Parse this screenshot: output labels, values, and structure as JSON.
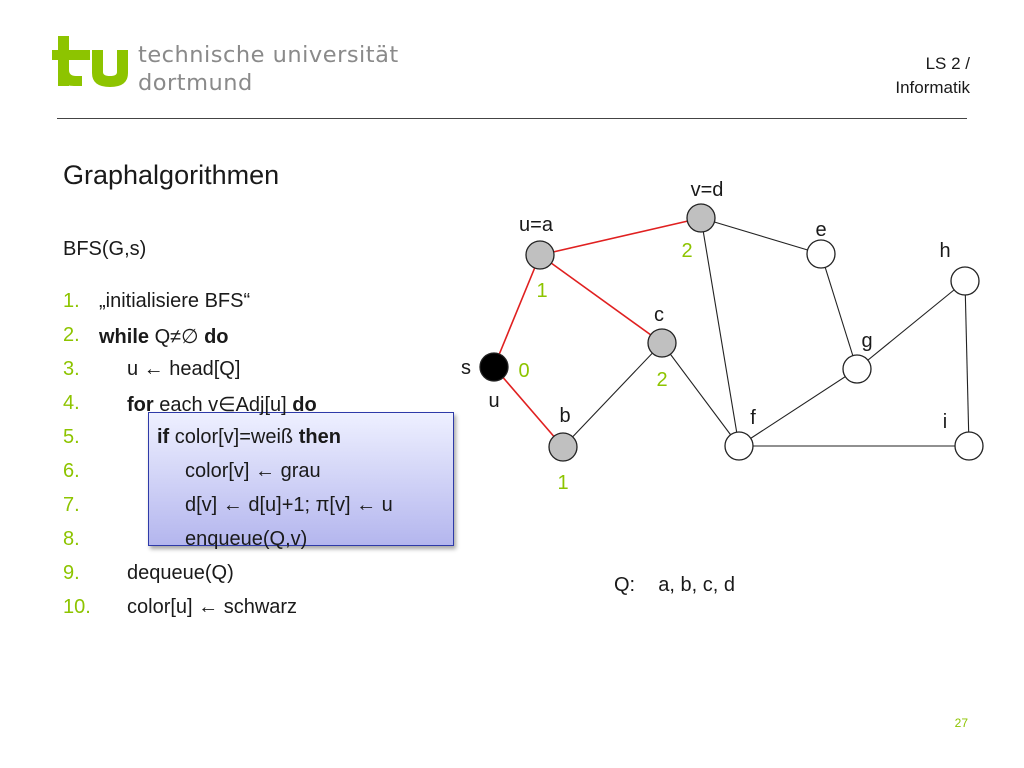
{
  "header": {
    "logo_line1": "technische universität",
    "logo_line2": "dortmund",
    "chair_line1": "LS 2 /",
    "chair_line2": "Informatik"
  },
  "colors": {
    "accent_green": "#8dc400",
    "edge_red": "#e02020",
    "node_gray": "#c0c0c0",
    "highlight_border": "#2e3aa8"
  },
  "title": "Graphalgorithmen",
  "algorithm": {
    "header": "BFS(G,s)",
    "lines": [
      {
        "num": "1.",
        "kw1": "",
        "text": "„initialisiere BFS“",
        "kw2": "",
        "text2": ""
      },
      {
        "num": "2.",
        "kw1": "while",
        "text": " Q≠∅ ",
        "kw2": "do",
        "text2": ""
      },
      {
        "num": "3.",
        "kw1": "",
        "text": "u ← head[Q]",
        "kw2": "",
        "text2": ""
      },
      {
        "num": "4.",
        "kw1": "for",
        "text": " each v∈Adj[u] ",
        "kw2": "do",
        "text2": ""
      },
      {
        "num": "5.",
        "kw1": "if",
        "text": " color[v]=weiß ",
        "kw2": "then",
        "text2": ""
      },
      {
        "num": "6.",
        "kw1": "",
        "text": "color[v] ← grau",
        "kw2": "",
        "text2": ""
      },
      {
        "num": "7.",
        "kw1": "",
        "text": "d[v] ← d[u]+1; π[v] ← u",
        "kw2": "",
        "text2": ""
      },
      {
        "num": "8.",
        "kw1": "",
        "text": "enqueue(Q,v)",
        "kw2": "",
        "text2": ""
      },
      {
        "num": "9.",
        "kw1": "",
        "text": "dequeue(Q)",
        "kw2": "",
        "text2": ""
      },
      {
        "num": "10.",
        "kw1": "",
        "text": "color[u] ← schwarz",
        "kw2": "",
        "text2": ""
      }
    ]
  },
  "graph": {
    "nodes": [
      {
        "id": "s",
        "label": "s",
        "state": "black",
        "distance": "0",
        "extra": "u"
      },
      {
        "id": "a",
        "label": "u=a",
        "state": "gray",
        "distance": "1",
        "extra": ""
      },
      {
        "id": "b",
        "label": "b",
        "state": "gray",
        "distance": "1",
        "extra": ""
      },
      {
        "id": "c",
        "label": "c",
        "state": "gray",
        "distance": "2",
        "extra": ""
      },
      {
        "id": "d",
        "label": "v=d",
        "state": "gray",
        "distance": "2",
        "extra": ""
      },
      {
        "id": "e",
        "label": "e",
        "state": "white",
        "distance": "",
        "extra": ""
      },
      {
        "id": "f",
        "label": "f",
        "state": "white",
        "distance": "",
        "extra": ""
      },
      {
        "id": "g",
        "label": "g",
        "state": "white",
        "distance": "",
        "extra": ""
      },
      {
        "id": "h",
        "label": "h",
        "state": "white",
        "distance": "",
        "extra": ""
      },
      {
        "id": "i",
        "label": "i",
        "state": "white",
        "distance": "",
        "extra": ""
      }
    ],
    "edges": [
      {
        "from": "s",
        "to": "a",
        "tree": true
      },
      {
        "from": "s",
        "to": "b",
        "tree": true
      },
      {
        "from": "a",
        "to": "c",
        "tree": true
      },
      {
        "from": "a",
        "to": "d",
        "tree": true
      },
      {
        "from": "b",
        "to": "c",
        "tree": false
      },
      {
        "from": "c",
        "to": "f",
        "tree": false
      },
      {
        "from": "d",
        "to": "e",
        "tree": false
      },
      {
        "from": "d",
        "to": "f",
        "tree": false
      },
      {
        "from": "e",
        "to": "g",
        "tree": false
      },
      {
        "from": "g",
        "to": "f",
        "tree": false
      },
      {
        "from": "g",
        "to": "h",
        "tree": false
      },
      {
        "from": "h",
        "to": "i",
        "tree": false
      },
      {
        "from": "f",
        "to": "i",
        "tree": false
      }
    ]
  },
  "queue": {
    "label": "Q:",
    "contents": "a, b, c, d"
  },
  "page_number": "27"
}
